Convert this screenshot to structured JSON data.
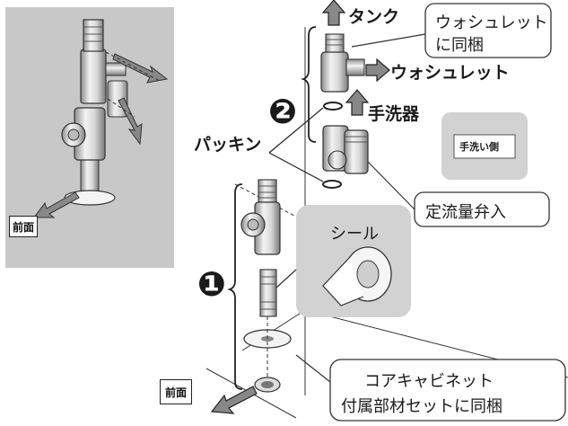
{
  "labels": {
    "tank": "タンク",
    "washlet_bundled_line1": "ウォシュレット",
    "washlet_bundled_line2": "に同梱",
    "washlet": "ウォシュレット",
    "handwash": "手洗器",
    "packing": "パッキン",
    "handwash_side": "手洗い側",
    "flow_valve": "定流量弁入",
    "seal": "シール",
    "cabinet_line1": "コアキャビネット",
    "cabinet_line2": "付属部材セットに同梱",
    "front_left": "前面",
    "front_right": "前面"
  },
  "steps": {
    "step1": "❶",
    "step2": "❷"
  },
  "colors": {
    "panel_gray": "#c8c8c8",
    "callout_gray": "#d2d2d2",
    "metal_light": "#e6e6e6",
    "metal_dark": "#8c8c8c",
    "ink": "#1a1a1a"
  }
}
